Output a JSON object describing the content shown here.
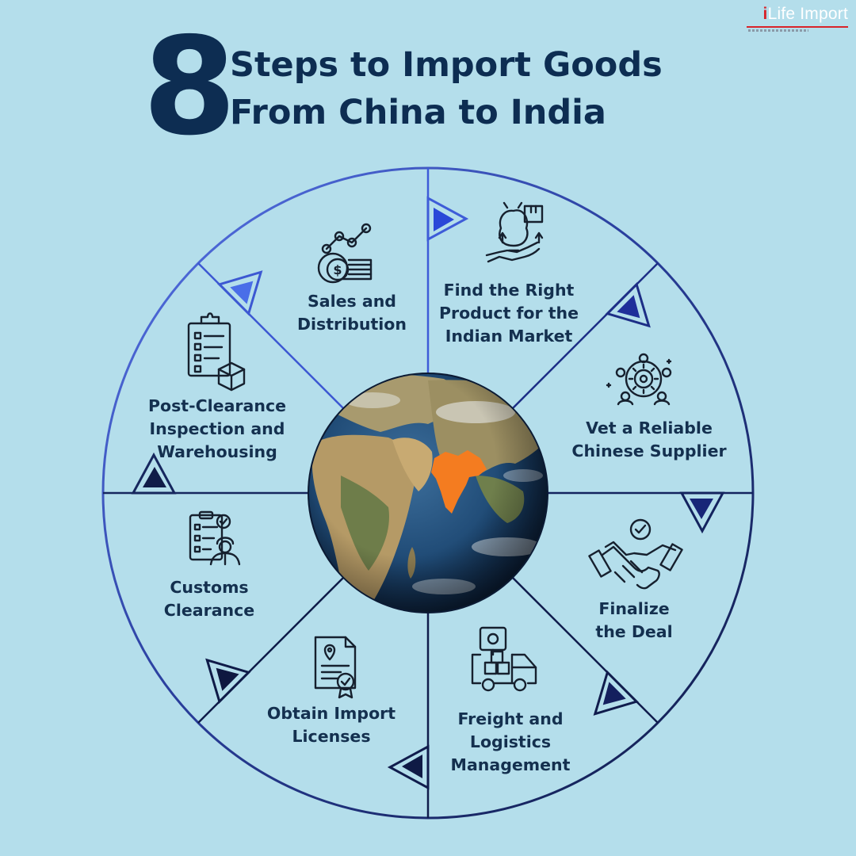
{
  "brand": {
    "name_i": "i",
    "name_rest": "Life Import"
  },
  "title": {
    "number": "8",
    "line1": "Steps to Import Goods",
    "line2": "From China to India"
  },
  "steps": [
    {
      "line1": "Find the Right",
      "line2": "Product for the",
      "line3": "Indian Market",
      "icon": "lightbulb-hand-icon"
    },
    {
      "line1": "Vet a Reliable",
      "line2": "Chinese Supplier",
      "icon": "network-gear-icon"
    },
    {
      "line1": "Finalize",
      "line2": "the Deal",
      "icon": "handshake-icon"
    },
    {
      "line1": "Freight and",
      "line2": "Logistics",
      "line3": "Management",
      "icon": "delivery-truck-icon"
    },
    {
      "line1": "Obtain Import",
      "line2": "Licenses",
      "icon": "certificate-icon"
    },
    {
      "line1": "Customs",
      "line2": "Clearance",
      "icon": "customs-officer-checklist-icon"
    },
    {
      "line1": "Post-Clearance",
      "line2": "Inspection and",
      "line3": "Warehousing",
      "icon": "clipboard-box-icon"
    },
    {
      "line1": "Sales and",
      "line2": "Distribution",
      "icon": "coins-growth-chart-icon"
    }
  ],
  "colors": {
    "background": "#b4deeb",
    "title": "#0d2d52",
    "ring_light": "#4a63e0",
    "ring_dark": "#0f1d4a",
    "india": "#f47c20"
  }
}
